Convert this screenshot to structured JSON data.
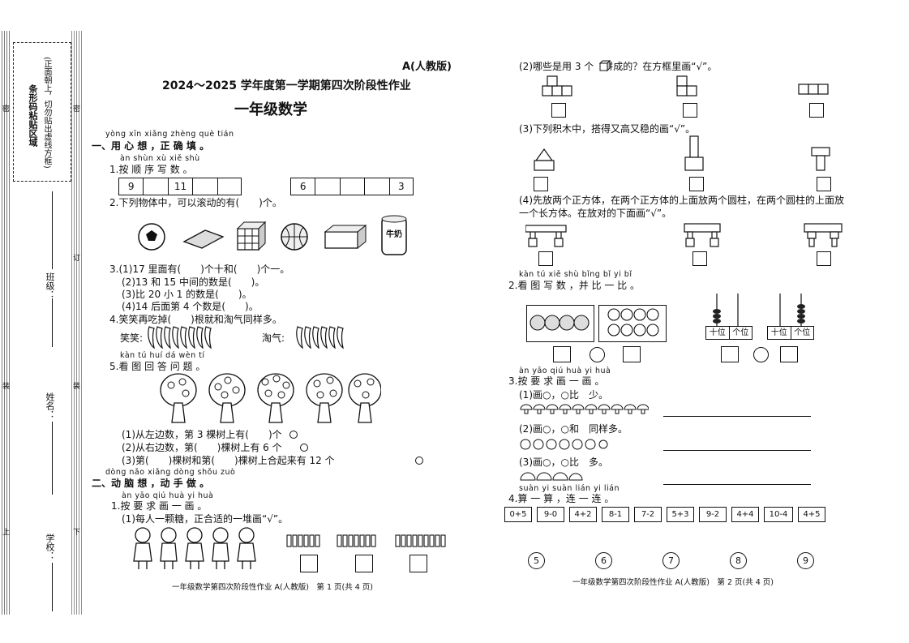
{
  "binding": {
    "notice": "(正面朝上，切勿贴出虚线方框)",
    "barcode_area": "条形码粘贴区域",
    "mark_top": "密",
    "cut_top": "订",
    "cut_mid": "装",
    "cut_bot": "上",
    "cut_bot2": "下",
    "class_label": "班级：",
    "name_label": "姓名：",
    "school_label": "学校："
  },
  "page1": {
    "edition": "A(人教版)",
    "title": "2024～2025 学年度第一学期第四次阶段性作业",
    "subject": "一年级数学",
    "s1_pinyin": "yòng xīn xiǎng zhèng què tián",
    "s1_heading": "一、用 心 想 ，正 确 填 。",
    "q1_pinyin": "àn shùn xù xiě shù",
    "q1_text": "1.按 顺 序 写 数 。",
    "seq_a": [
      "9",
      "",
      "11",
      "",
      ""
    ],
    "seq_b": [
      "6",
      "",
      "",
      "",
      "3"
    ],
    "q2_text": "2.下列物体中，可以滚动的有(　　)个。",
    "milk_label": "牛奶",
    "q3_lines": [
      "3.(1)17 里面有(　　)个十和(　　)个一。",
      "(2)13 和 15 中间的数是(　　)。",
      "(3)比 20 小 1 的数是(　　)。",
      "(4)14 后面第 4 个数是(　　)。"
    ],
    "q4_text": "4.笑笑再吃掉(　　)根就和淘气同样多。",
    "q4_left": "笑笑:",
    "q4_right": "淘气:",
    "q5_pinyin": "kàn tú huí dá wèn tí",
    "q5_text": "5.看 图 回 答 问 题 。",
    "q5_lines": [
      "(1)从左边数，第 3 棵树上有(　　)个",
      "(2)从右边数，第(　　)棵树上有 6 个",
      "(3)第(　　)棵树和第(　　)棵树上合起来有 12 个"
    ],
    "s2_pinyin": "dòng nǎo xiǎng dòng shǒu zuò",
    "s2_heading": "二、动 脑 想 ，动 手 做 。",
    "s2q1_pinyin": "àn yāo qiú huà yi huà",
    "s2q1_text": "1.按 要 求 画 一 画 。",
    "s2q1_sub": "(1)每人一颗糖，正合适的一堆画“√”。",
    "footer": "一年级数学第四次阶段性作业 A(人教版)　第 1 页(共 4 页)"
  },
  "page2": {
    "p2q2": "(2)哪些是用 3 个　拼成的？在方框里画“√”。",
    "p2q3": "(3)下列积木中，搭得又高又稳的画“√”。",
    "p2q4_a": "(4)先放两个正方体，在两个正方体的上面放两个圆柱，在两个圆柱的上面放",
    "p2q4_b": "一个长方体。在放对的下面画“√”。",
    "q2_pinyin": "kàn tú xiě shù bǐng bǐ yi bǐ",
    "q2_text": "2.看 图 写 数 ，并 比 一 比 。",
    "abacus_tens": "十位",
    "abacus_ones": "个位",
    "q3_pinyin": "àn yāo qiú huà yi huà",
    "q3_text": "3.按 要 求 画 一 画 。",
    "q3_lines": [
      "(1)画○，○比　少。",
      "(2)画○，○和　同样多。",
      "(3)画○，○比　多。"
    ],
    "q4_pinyin": "suàn yi suàn lián yi lián",
    "q4_text": "4.算 一 算 ，连 一 连 。",
    "calcs": [
      "0+5",
      "9-0",
      "4+2",
      "8-1",
      "7-2",
      "5+3",
      "9-2",
      "4+4",
      "10-4",
      "4+5"
    ],
    "answers": [
      "5",
      "6",
      "7",
      "8",
      "9"
    ],
    "footer": "一年级数学第四次阶段性作业 A(人教版)　第 2 页(共 4 页)"
  }
}
